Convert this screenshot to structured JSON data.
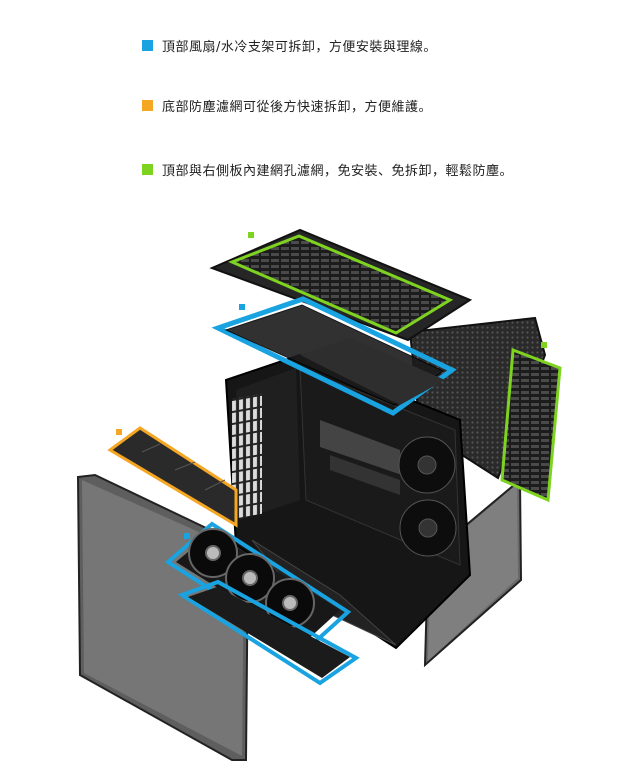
{
  "features": [
    {
      "text": "頂部風扇/水冷支架可拆卸，方便安裝與理線。",
      "color": "#19a3e0"
    },
    {
      "text": "底部防塵濾網可從後方快速拆卸，方便維護。",
      "color": "#f5a623"
    },
    {
      "text": "頂部與右側板內建網孔濾網，免安裝、免拆卸，輕鬆防塵。",
      "color": "#7ed321"
    }
  ],
  "colors": {
    "blue": "#19a3e0",
    "orange": "#f5a623",
    "green": "#7ed321"
  }
}
